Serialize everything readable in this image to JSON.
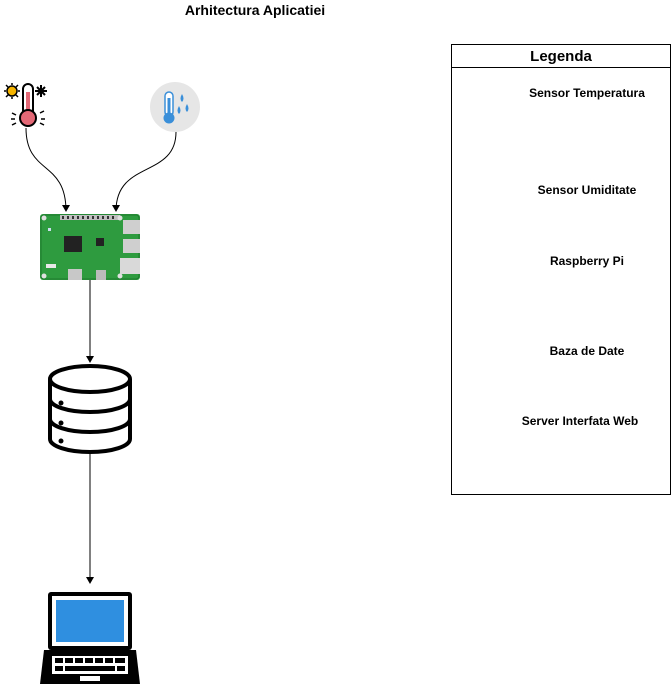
{
  "title": "Arhitectura Aplicatiei",
  "legend": {
    "heading": "Legenda",
    "items": [
      {
        "icon": "thermometer-icon",
        "label": "Sensor Temperatura"
      },
      {
        "icon": "humidity-icon",
        "label": "Sensor Umiditate"
      },
      {
        "icon": "raspberry-pi-icon",
        "label": "Raspberry Pi"
      },
      {
        "icon": "database-icon",
        "label": "Baza de Date"
      },
      {
        "icon": "laptop-icon",
        "label": "Server Interfata Web"
      }
    ]
  },
  "colors": {
    "board_green": "#2e9b3f",
    "thermo_red": "#e36876",
    "humidity_blue": "#3a8fd9",
    "laptop_screen": "#2f8fe0"
  }
}
